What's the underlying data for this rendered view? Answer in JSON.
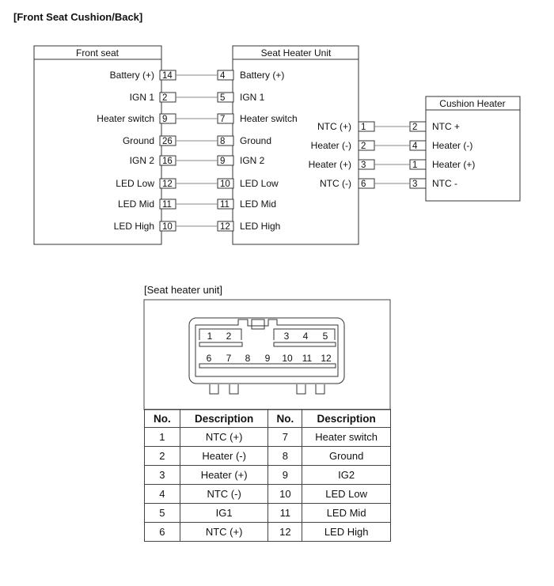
{
  "title": "[Front Seat Cushion/Back]",
  "wiring": {
    "front_seat": {
      "title": "Front seat",
      "pins": [
        {
          "label": "Battery (+)",
          "pin": "14"
        },
        {
          "label": "IGN 1",
          "pin": "2"
        },
        {
          "label": "Heater switch",
          "pin": "9"
        },
        {
          "label": "Ground",
          "pin": "26"
        },
        {
          "label": "IGN 2",
          "pin": "16"
        },
        {
          "label": "LED Low",
          "pin": "12"
        },
        {
          "label": "LED Mid",
          "pin": "11"
        },
        {
          "label": "LED High",
          "pin": "10"
        }
      ]
    },
    "seat_heater_unit": {
      "title": "Seat Heater Unit",
      "left_pins": [
        {
          "pin": "4",
          "label": "Battery (+)"
        },
        {
          "pin": "5",
          "label": "IGN 1"
        },
        {
          "pin": "7",
          "label": "Heater switch"
        },
        {
          "pin": "8",
          "label": "Ground"
        },
        {
          "pin": "9",
          "label": "IGN 2"
        },
        {
          "pin": "10",
          "label": "LED Low"
        },
        {
          "pin": "11",
          "label": "LED Mid"
        },
        {
          "pin": "12",
          "label": "LED High"
        }
      ],
      "right_pins": [
        {
          "label": "NTC (+)",
          "pin": "1"
        },
        {
          "label": "Heater (-)",
          "pin": "2"
        },
        {
          "label": "Heater (+)",
          "pin": "3"
        },
        {
          "label": "NTC (-)",
          "pin": "6"
        }
      ]
    },
    "cushion_heater": {
      "title": "Cushion Heater",
      "pins": [
        {
          "pin": "2",
          "label": "NTC +"
        },
        {
          "pin": "4",
          "label": "Heater (-)"
        },
        {
          "pin": "1",
          "label": "Heater (+)"
        },
        {
          "pin": "3",
          "label": "NTC -"
        }
      ]
    }
  },
  "connector": {
    "caption": "[Seat heater unit]",
    "top_row": [
      "1",
      "2",
      "3",
      "4",
      "5"
    ],
    "bottom_row": [
      "6",
      "7",
      "8",
      "9",
      "10",
      "11",
      "12"
    ]
  },
  "pin_table": {
    "headers": [
      "No.",
      "Description",
      "No.",
      "Description"
    ],
    "rows": [
      [
        "1",
        "NTC (+)",
        "7",
        "Heater switch"
      ],
      [
        "2",
        "Heater (-)",
        "8",
        "Ground"
      ],
      [
        "3",
        "Heater (+)",
        "9",
        "IG2"
      ],
      [
        "4",
        "NTC (-)",
        "10",
        "LED Low"
      ],
      [
        "5",
        "IG1",
        "11",
        "LED Mid"
      ],
      [
        "6",
        "NTC (+)",
        "12",
        "LED High"
      ]
    ]
  }
}
